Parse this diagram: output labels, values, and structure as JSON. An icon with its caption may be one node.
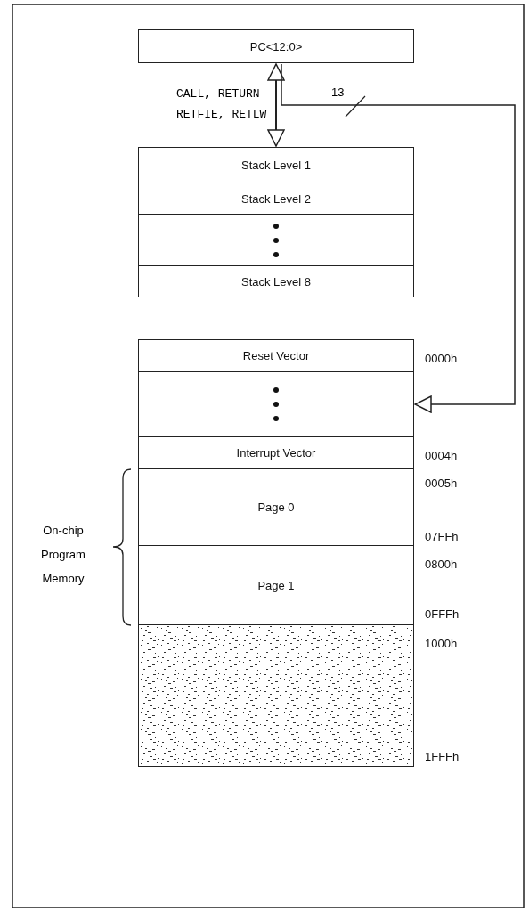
{
  "diagram": {
    "nodes": [
      {
        "text": [
          "PC<12:0>"
        ]
      },
      {
        "text": [
          "Stack Level 1"
        ]
      },
      {
        "text": [
          "Stack Level 2"
        ]
      },
      {
        "text": [],
        "shape": "box"
      },
      {
        "text": [
          "Stack Level 8"
        ]
      },
      {
        "text": [
          "Reset Vector"
        ],
        "beside": [
          "0000h"
        ]
      },
      {
        "text": [],
        "shape": "box"
      },
      {
        "text": [
          "Interrupt Vector"
        ],
        "beside": [
          "0004h"
        ]
      },
      {
        "text": [
          "Page 0"
        ],
        "beside": [
          "0005h",
          "07FFh"
        ]
      },
      {
        "text": [
          "Page 1"
        ],
        "beside": [
          "0800h",
          "0FFFh"
        ]
      },
      {
        "text": [],
        "shape": "box",
        "beside": [
          "1000h",
          "1FFFh"
        ]
      }
    ],
    "edges": [
      {
        "from": 0,
        "to": 1,
        "arrow": "both",
        "label": "CALL, RETURN RETFIE, RETLW"
      },
      {
        "from": 0,
        "to": 6,
        "arrow": "to",
        "label": "13"
      }
    ],
    "labels": [
      "On-chip Program Memory"
    ]
  }
}
